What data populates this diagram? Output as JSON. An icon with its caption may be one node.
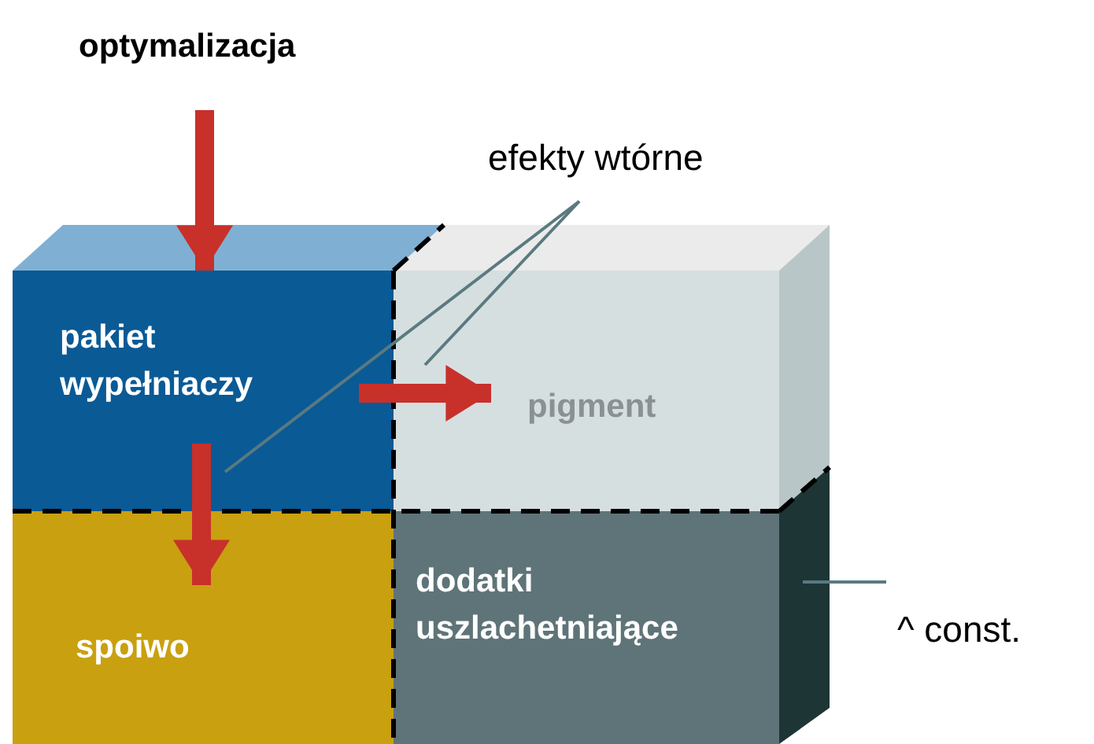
{
  "diagram": {
    "nodes": [
      {
        "text": [
          "optymalizacja"
        ]
      },
      {
        "text": [
          "pakiet wypełniaczy"
        ]
      },
      {
        "text": [
          "pigment"
        ]
      },
      {
        "text": [
          "spoiwo"
        ]
      },
      {
        "text": [
          "dodatki uszlachetniające"
        ]
      },
      {
        "text": [
          "efekty wtórne"
        ]
      },
      {
        "text": [
          "^ const."
        ]
      }
    ],
    "edges": [
      {
        "from": 0,
        "to": 1,
        "arrow": "to",
        "style": "thick",
        "color": "#c8302a"
      },
      {
        "from": 1,
        "to": 2,
        "arrow": "to",
        "style": "thick",
        "color": "#c8302a"
      },
      {
        "from": 1,
        "to": 3,
        "arrow": "to",
        "style": "thick",
        "color": "#c8302a"
      },
      {
        "from": 5,
        "to": 2,
        "arrow": "none",
        "color": "#5a7a80"
      },
      {
        "from": 5,
        "to": 1,
        "arrow": "none",
        "color": "#5a7a80"
      },
      {
        "from": 6,
        "to": 4,
        "arrow": "none",
        "color": "#5a7a80"
      }
    ]
  }
}
